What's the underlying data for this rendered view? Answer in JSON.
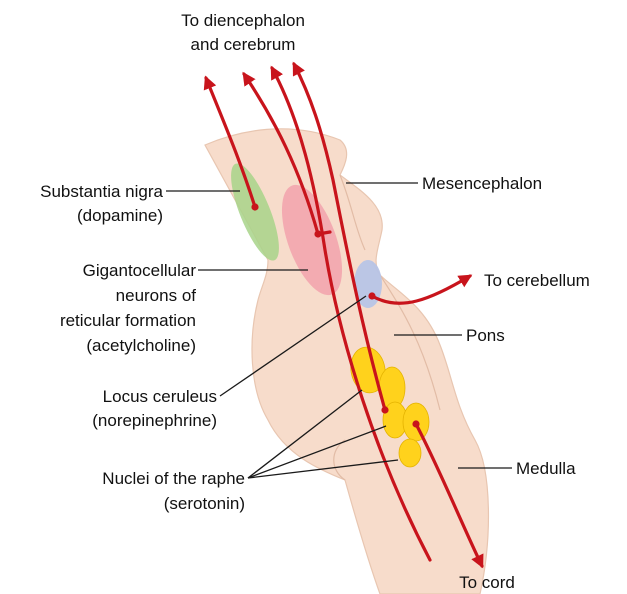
{
  "diagram": {
    "top_target": {
      "line1": "To diencephalon",
      "line2": "and cerebrum"
    },
    "bottom_target": "To cord",
    "cerebellum_target": "To cerebellum",
    "regions": {
      "mesencephalon": "Mesencephalon",
      "pons": "Pons",
      "medulla": "Medulla"
    },
    "nuclei": {
      "substantia_nigra": {
        "line1": "Substantia nigra",
        "line2": "(dopamine)"
      },
      "gigantocellular": {
        "line1": "Gigantocellular",
        "line2": "neurons of",
        "line3": "reticular formation",
        "line4": "(acetylcholine)"
      },
      "locus_ceruleus": {
        "line1": "Locus ceruleus",
        "line2": "(norepinephrine)"
      },
      "raphe": {
        "line1": "Nuclei of the raphe",
        "line2": "(serotonin)"
      }
    },
    "colors": {
      "brainstem": "#f7dccb",
      "brainstem_shadow": "#e8c6b1",
      "pathway": "#c8141c",
      "substantia_nigra": "#a8d48a",
      "gigantocellular": "#f2a2ad",
      "locus_ceruleus": "#b7c4e6",
      "raphe": "#ffd21c",
      "leader_line": "#1a1a1a"
    }
  }
}
